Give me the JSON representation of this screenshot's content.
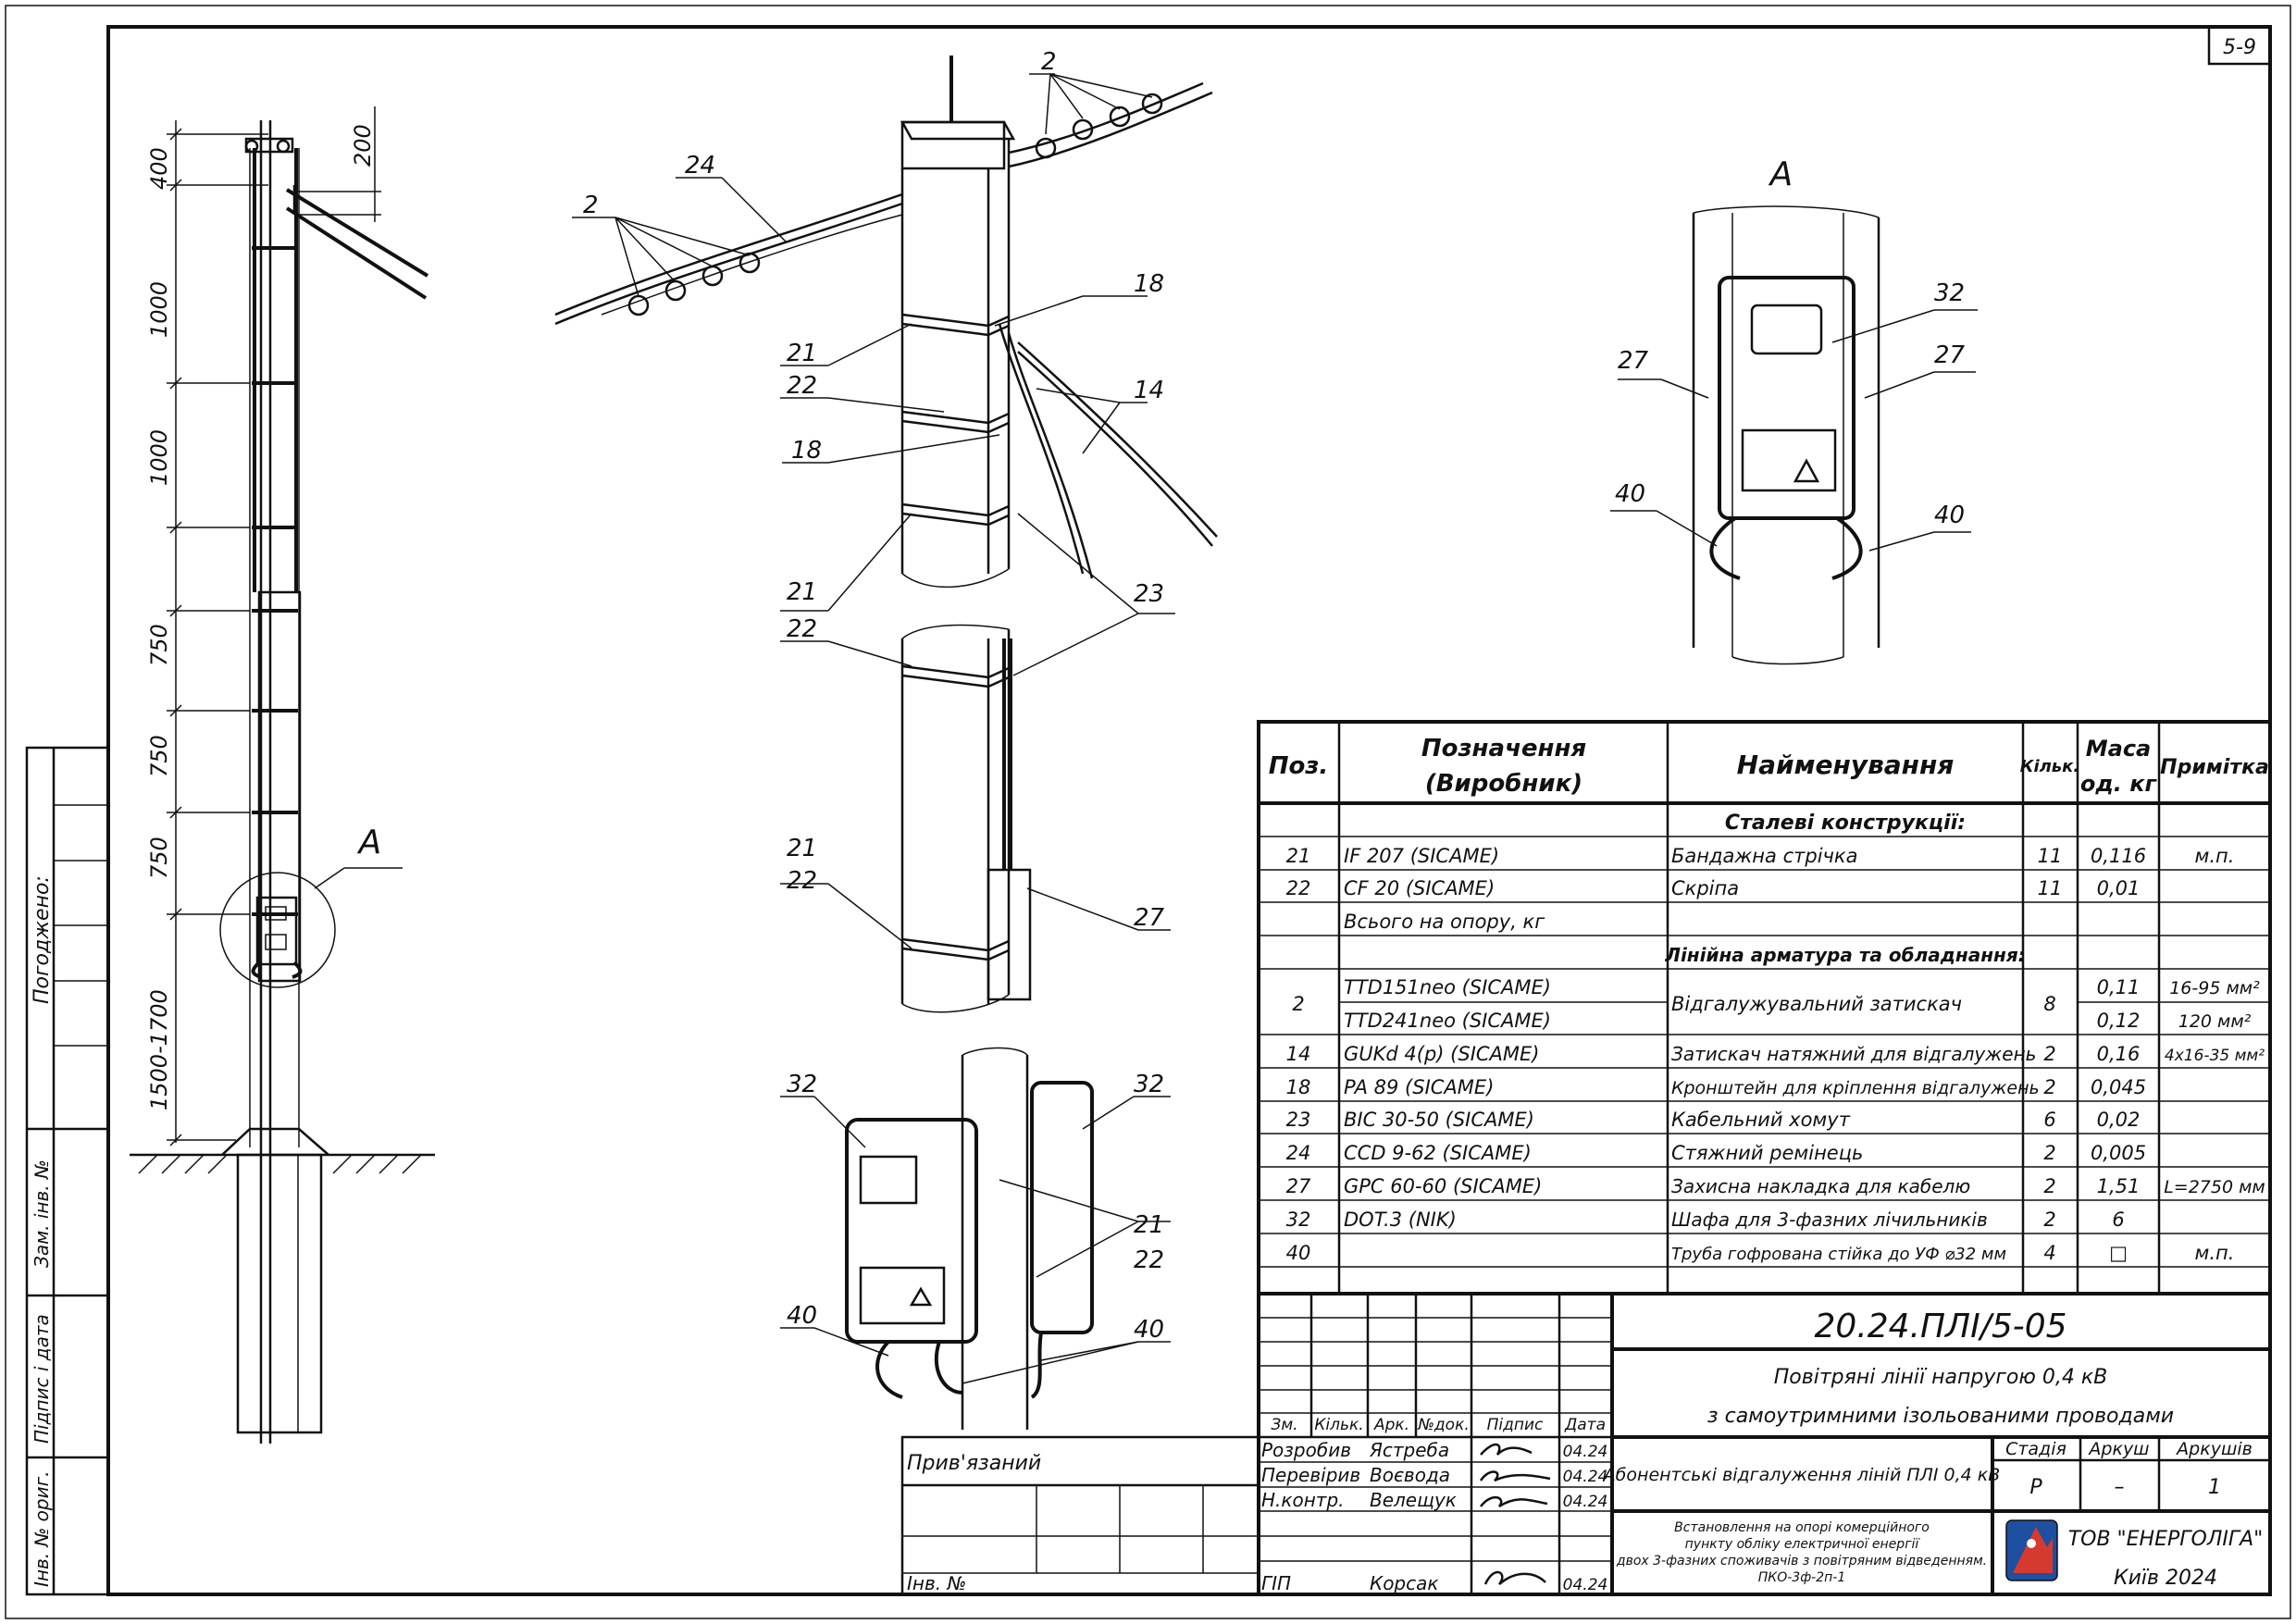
{
  "sheet": {
    "number": "5-9"
  },
  "side_stamp": {
    "agreed": "Погоджено:",
    "replaced_inv": "Зам. інв. №",
    "sign_date": "Підпис і дата",
    "orig_inv": "Інв. № ориг."
  },
  "pole_view": {
    "dims": [
      "400",
      "1000",
      "1000",
      "750",
      "750",
      "750",
      "1500-1700"
    ],
    "dim_side": "200",
    "callout": "А"
  },
  "iso_view": {
    "labels": {
      "top2": "2",
      "left2": "2",
      "p24": "24",
      "p18a": "18",
      "p21a": "21",
      "p22a": "22",
      "p14": "14",
      "p18b": "18",
      "p21b": "21",
      "p22b": "22",
      "p23": "23",
      "p21c": "21",
      "p22c": "22",
      "p27": "27",
      "p32a": "32",
      "p32b": "32",
      "p21d": "21",
      "p22d": "22",
      "p40a": "40",
      "p40b": "40"
    }
  },
  "detail_a": {
    "title": "А",
    "labels": {
      "p32": "32",
      "p27a": "27",
      "p27b": "27",
      "p40a": "40",
      "p40b": "40"
    }
  },
  "spec_table": {
    "headers": {
      "pos": "Поз.",
      "designation_1": "Позначення",
      "designation_2": "(Виробник)",
      "name": "Найменування",
      "qty": "Кільк.",
      "mass_1": "Маса",
      "mass_2": "од. кг",
      "note": "Примітка"
    },
    "section1": "Сталеві конструкції:",
    "section2": "Лінійна арматура та обладнання:",
    "rows": [
      {
        "pos": "21",
        "designation": "IF 207  (SICAME)",
        "name": "Бандажна стрічка",
        "qty": "11",
        "mass": "0,116",
        "note": "м.п."
      },
      {
        "pos": "22",
        "designation": "CF 20  (SICAME)",
        "name": "Скріпа",
        "qty": "11",
        "mass": "0,01",
        "note": ""
      },
      {
        "pos": "",
        "designation": "Всього на опору, кг",
        "name": "",
        "qty": "",
        "mass": "",
        "note": ""
      },
      {
        "pos": "2",
        "designation": "TTD151neo  (SICAME)",
        "designation2": "TTD241neo  (SICAME)",
        "name": "Відгалужувальний затискач",
        "qty": "8",
        "mass": "0,11",
        "mass2": "0,12",
        "note": "16-95 мм²",
        "note2": "120 мм²"
      },
      {
        "pos": "14",
        "designation": "GUKd 4(p)  (SICAME)",
        "name": "Затискач натяжний для відгалужень",
        "qty": "2",
        "mass": "0,16",
        "note": "4x16-35 мм²"
      },
      {
        "pos": "18",
        "designation": "PA 89  (SICAME)",
        "name": "Кронштейн для кріплення відгалужень",
        "qty": "2",
        "mass": "0,045",
        "note": ""
      },
      {
        "pos": "23",
        "designation": "BIC 30-50  (SICAME)",
        "name": "Кабельний хомут",
        "qty": "6",
        "mass": "0,02",
        "note": ""
      },
      {
        "pos": "24",
        "designation": "CCD 9-62  (SICAME)",
        "name": "Стяжний ремінець",
        "qty": "2",
        "mass": "0,005",
        "note": ""
      },
      {
        "pos": "27",
        "designation": "GPC 60-60  (SICAME)",
        "name": "Захисна накладка для кабелю",
        "qty": "2",
        "mass": "1,51",
        "note": "L=2750 мм"
      },
      {
        "pos": "32",
        "designation": "DOT.3  (NIK)",
        "name": "Шафа для 3-фазних лічильників",
        "qty": "2",
        "mass": "6",
        "note": ""
      },
      {
        "pos": "40",
        "designation": "",
        "name": "Труба гофрована стійка до УФ ⌀32 мм",
        "qty": "4",
        "mass": "□",
        "note": "м.п."
      }
    ]
  },
  "title_block": {
    "code": "20.24.ПЛІ/5-05",
    "project_1": "Повітряні лінії напругою 0,4 кВ",
    "project_2": "з самоутримними ізольованими проводами",
    "drawing_title": "Абонентські відгалуження ліній ПЛІ 0,4 кВ",
    "sub_1": "Встановлення на опорі комерційного",
    "sub_2": "пункту обліку електричної енергії",
    "sub_3": "двох 3-фазних споживачів з повітряним відведенням.",
    "sub_4": "ПКО-3ф-2п-1",
    "col_headers": [
      "Зм.",
      "Кільк.",
      "Арк.",
      "№док.",
      "Підпис",
      "Дата"
    ],
    "roles": [
      {
        "role": "Розробив",
        "name": "Ястреба",
        "date": "04.24"
      },
      {
        "role": "Перевірив",
        "name": "Воєвода",
        "date": "04.24"
      },
      {
        "role": "Н.контр.",
        "name": "Велещук",
        "date": "04.24"
      },
      {
        "role": "ГІП",
        "name": "Корсак",
        "date": "04.24"
      }
    ],
    "stage_label": "Стадія",
    "sheet_label": "Аркуш",
    "sheets_label": "Аркушів",
    "stage": "Р",
    "sheet": "–",
    "sheets": "1",
    "company": "ТОВ \"ЕНЕРГОЛІГА\"",
    "city_year": "Київ 2024",
    "bound": "Прив'язаний",
    "inv": "Інв. №"
  }
}
